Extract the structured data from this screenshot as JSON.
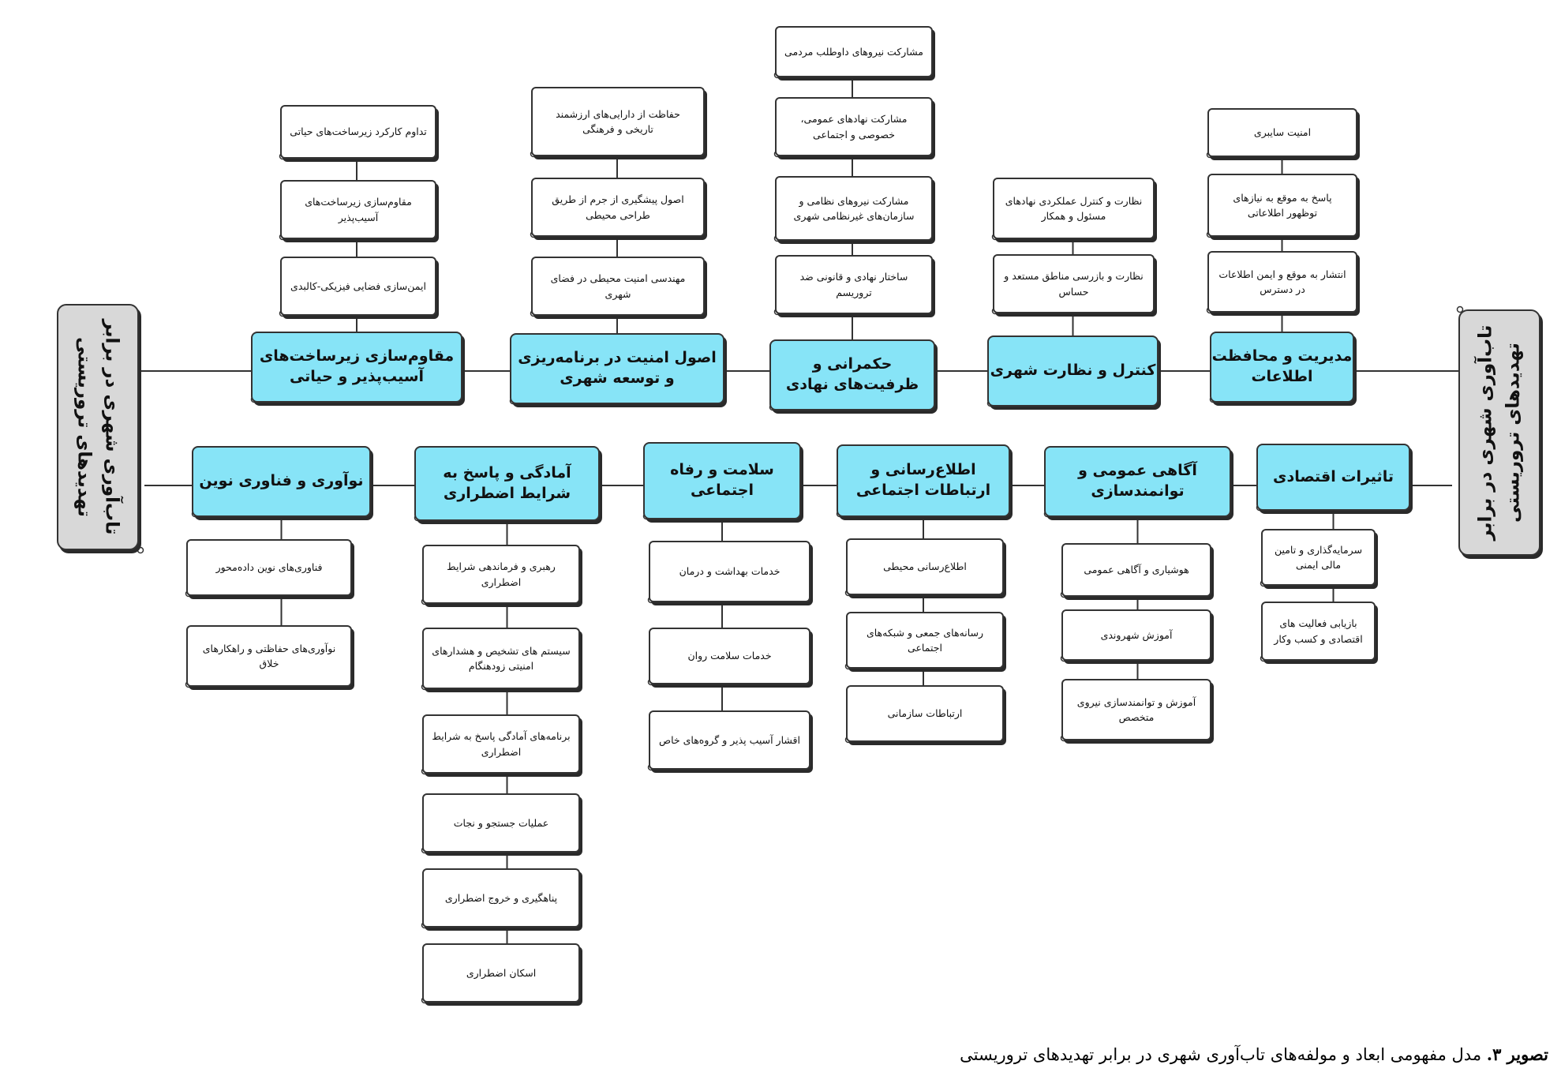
{
  "center_left": "تاب‌آوری شهری در برابر تهدیدهای تروریستی",
  "center_right": "تاب‌آوری شهری در برابر تهدیدهای تروریستی",
  "caption": {
    "label": "تصویر ۳.",
    "text": "مدل مفهومی ابعاد و مولفه‌های تاب‌آوری شهری در برابر تهدیدهای تروریستی"
  },
  "top_branch": [
    {
      "title": "مدیریت و محافظت اطلاعات",
      "items": [
        "امنیت سایبری",
        "پاسخ به موقع به نیازهای توظهور اطلاعاتی",
        "انتشار به موقع و ایمن اطلاعات در دسترس"
      ]
    },
    {
      "title": "کنترل و نظارت شهری",
      "items": [
        "نظارت و کنترل عملکردی نهادهای مسئول و همکار",
        "نظارت و بازرسی مناطق مستعد و حساس"
      ]
    },
    {
      "title": "حکمرانی و ظرفیت‌های نهادی",
      "items": [
        "مشارکت نیروهای داوطلب مردمی",
        "مشارکت نهادهای عمومی، خصوصی و اجتماعی",
        "مشارکت نیروهای نظامی و سازمان‌های غیرنظامی شهری",
        "ساختار نهادی و قانونی ضد تروریسم"
      ]
    },
    {
      "title": "اصول امنیت در برنامه‌ریزی و توسعه شهری",
      "items": [
        "حفاظت از دارایی‌های ارزشمند تاریخی و فرهنگی",
        "اصول پیشگیری از جرم از طریق طراحی محیطی",
        "مهندسی امنیت محیطی در فضای شهری"
      ]
    },
    {
      "title": "مقاوم‌سازی زیرساخت‌های آسیب‌پذیر و حیاتی",
      "items": [
        "تداوم کارکرد زیرساخت‌های حیاتی",
        "مقاوم‌سازی زیرساخت‌های آسیب‌پذیر",
        "ایمن‌سازی فضایی فیزیکی-کالبدی"
      ]
    }
  ],
  "bottom_branch": [
    {
      "title": "تاثیرات اقتصادی",
      "items": [
        "سرمایه‌گذاری و تامین مالی ایمنی",
        "بازیابی فعالیت های اقتصادی و کسب وکار"
      ]
    },
    {
      "title": "آگاهی عمومی و توانمندسازی",
      "items": [
        "هوشیاری و آگاهی عمومی",
        "آموزش شهروندی",
        "آموزش و توانمندسازی نیروی متخصص"
      ]
    },
    {
      "title": "اطلاع‌رسانی و ارتباطات اجتماعی",
      "items": [
        "اطلاع‌رسانی محیطی",
        "رسانه‌های جمعی و شبکه‌های اجتماعی",
        "ارتباطات سازمانی"
      ]
    },
    {
      "title": "سلامت و رفاه اجتماعی",
      "items": [
        "خدمات بهداشت و درمان",
        "خدمات سلامت روان",
        "اقشار آسیب پذیر و گروه‌های خاص"
      ]
    },
    {
      "title": "آمادگی و پاسخ به شرایط اضطراری",
      "items": [
        "رهبری و فرماندهی شرایط اضطراری",
        "سیستم های تشخیص و هشدارهای امنیتی زودهنگام",
        "برنامه‌های آمادگی پاسخ به شرایط اضطراری",
        "عملیات جستجو و نجات",
        "پناهگیری و خروج اضطراری",
        "اسکان اضطراری"
      ]
    },
    {
      "title": "نوآوری و فناوری نوین",
      "items": [
        "فناوری‌های نوین داده‌محور",
        "نوآوری‌های حفاظتی و راهکارهای خلاق"
      ]
    }
  ]
}
